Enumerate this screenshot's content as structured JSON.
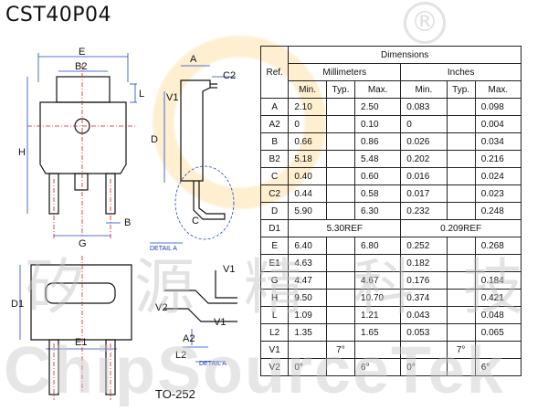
{
  "title": "CST40P04",
  "registered_mark": "®",
  "watermark": {
    "chinese_chars": [
      "矽",
      "源",
      "精",
      "科",
      "技"
    ],
    "english": "ChipSourceTek"
  },
  "package_label": "TO-252",
  "drawing_labels": {
    "E": "E",
    "B2": "B2",
    "L": "L",
    "H": "H",
    "G": "G",
    "B": "B",
    "A": "A",
    "C2": "C2",
    "V1": "V1",
    "D": "D",
    "C": "C",
    "detail_a": "DETAIL A",
    "D1": "D1",
    "E1": "E1",
    "V2": "V2",
    "A2": "A2",
    "L2": "L2",
    "detail_a2": "DETAIL A"
  },
  "table": {
    "header_ref": "Ref.",
    "header_dimensions": "Dimensions",
    "header_mm": "Millimeters",
    "header_in": "Inches",
    "sub_min": "Min.",
    "sub_typ": "Typ.",
    "sub_max": "Max.",
    "rows": [
      {
        "ref": "A",
        "mm_min": "2.10",
        "mm_typ": "",
        "mm_max": "2.50",
        "in_min": "0.083",
        "in_typ": "",
        "in_max": "0.098"
      },
      {
        "ref": "A2",
        "mm_min": "0",
        "mm_typ": "",
        "mm_max": "0.10",
        "in_min": "0",
        "in_typ": "",
        "in_max": "0.004"
      },
      {
        "ref": "B",
        "mm_min": "0.66",
        "mm_typ": "",
        "mm_max": "0.86",
        "in_min": "0.026",
        "in_typ": "",
        "in_max": "0.034"
      },
      {
        "ref": "B2",
        "mm_min": "5.18",
        "mm_typ": "",
        "mm_max": "5.48",
        "in_min": "0.202",
        "in_typ": "",
        "in_max": "0.216"
      },
      {
        "ref": "C",
        "mm_min": "0.40",
        "mm_typ": "",
        "mm_max": "0.60",
        "in_min": "0.016",
        "in_typ": "",
        "in_max": "0.024"
      },
      {
        "ref": "C2",
        "mm_min": "0.44",
        "mm_typ": "",
        "mm_max": "0.58",
        "in_min": "0.017",
        "in_typ": "",
        "in_max": "0.023"
      },
      {
        "ref": "D",
        "mm_min": "5.90",
        "mm_typ": "",
        "mm_max": "6.30",
        "in_min": "0.232",
        "in_typ": "",
        "in_max": "0.248"
      },
      {
        "ref": "D1",
        "mm_ref": "5.30REF",
        "in_ref": "0.209REF"
      },
      {
        "ref": "E",
        "mm_min": "6.40",
        "mm_typ": "",
        "mm_max": "6.80",
        "in_min": "0.252",
        "in_typ": "",
        "in_max": "0.268"
      },
      {
        "ref": "E1",
        "mm_min": "4.63",
        "mm_typ": "",
        "mm_max": "",
        "in_min": "0.182",
        "in_typ": "",
        "in_max": ""
      },
      {
        "ref": "G",
        "mm_min": "4.47",
        "mm_typ": "",
        "mm_max": "4.67",
        "in_min": "0.176",
        "in_typ": "",
        "in_max": "0.184"
      },
      {
        "ref": "H",
        "mm_min": "9.50",
        "mm_typ": "",
        "mm_max": "10.70",
        "in_min": "0.374",
        "in_typ": "",
        "in_max": "0.421"
      },
      {
        "ref": "L",
        "mm_min": "1.09",
        "mm_typ": "",
        "mm_max": "1.21",
        "in_min": "0.043",
        "in_typ": "",
        "in_max": "0.048"
      },
      {
        "ref": "L2",
        "mm_min": "1.35",
        "mm_typ": "",
        "mm_max": "1.65",
        "in_min": "0.053",
        "in_typ": "",
        "in_max": "0.065"
      },
      {
        "ref": "V1",
        "mm_min": "",
        "mm_typ": "7°",
        "mm_max": "",
        "in_min": "",
        "in_typ": "7°",
        "in_max": ""
      },
      {
        "ref": "V2",
        "mm_min": "0°",
        "mm_typ": "",
        "mm_max": "6°",
        "in_min": "0°",
        "in_typ": "",
        "in_max": "6°"
      }
    ]
  },
  "colors": {
    "dimension_line": "#1f44c8",
    "center_line": "#d21e1e",
    "outline": "#111111"
  }
}
